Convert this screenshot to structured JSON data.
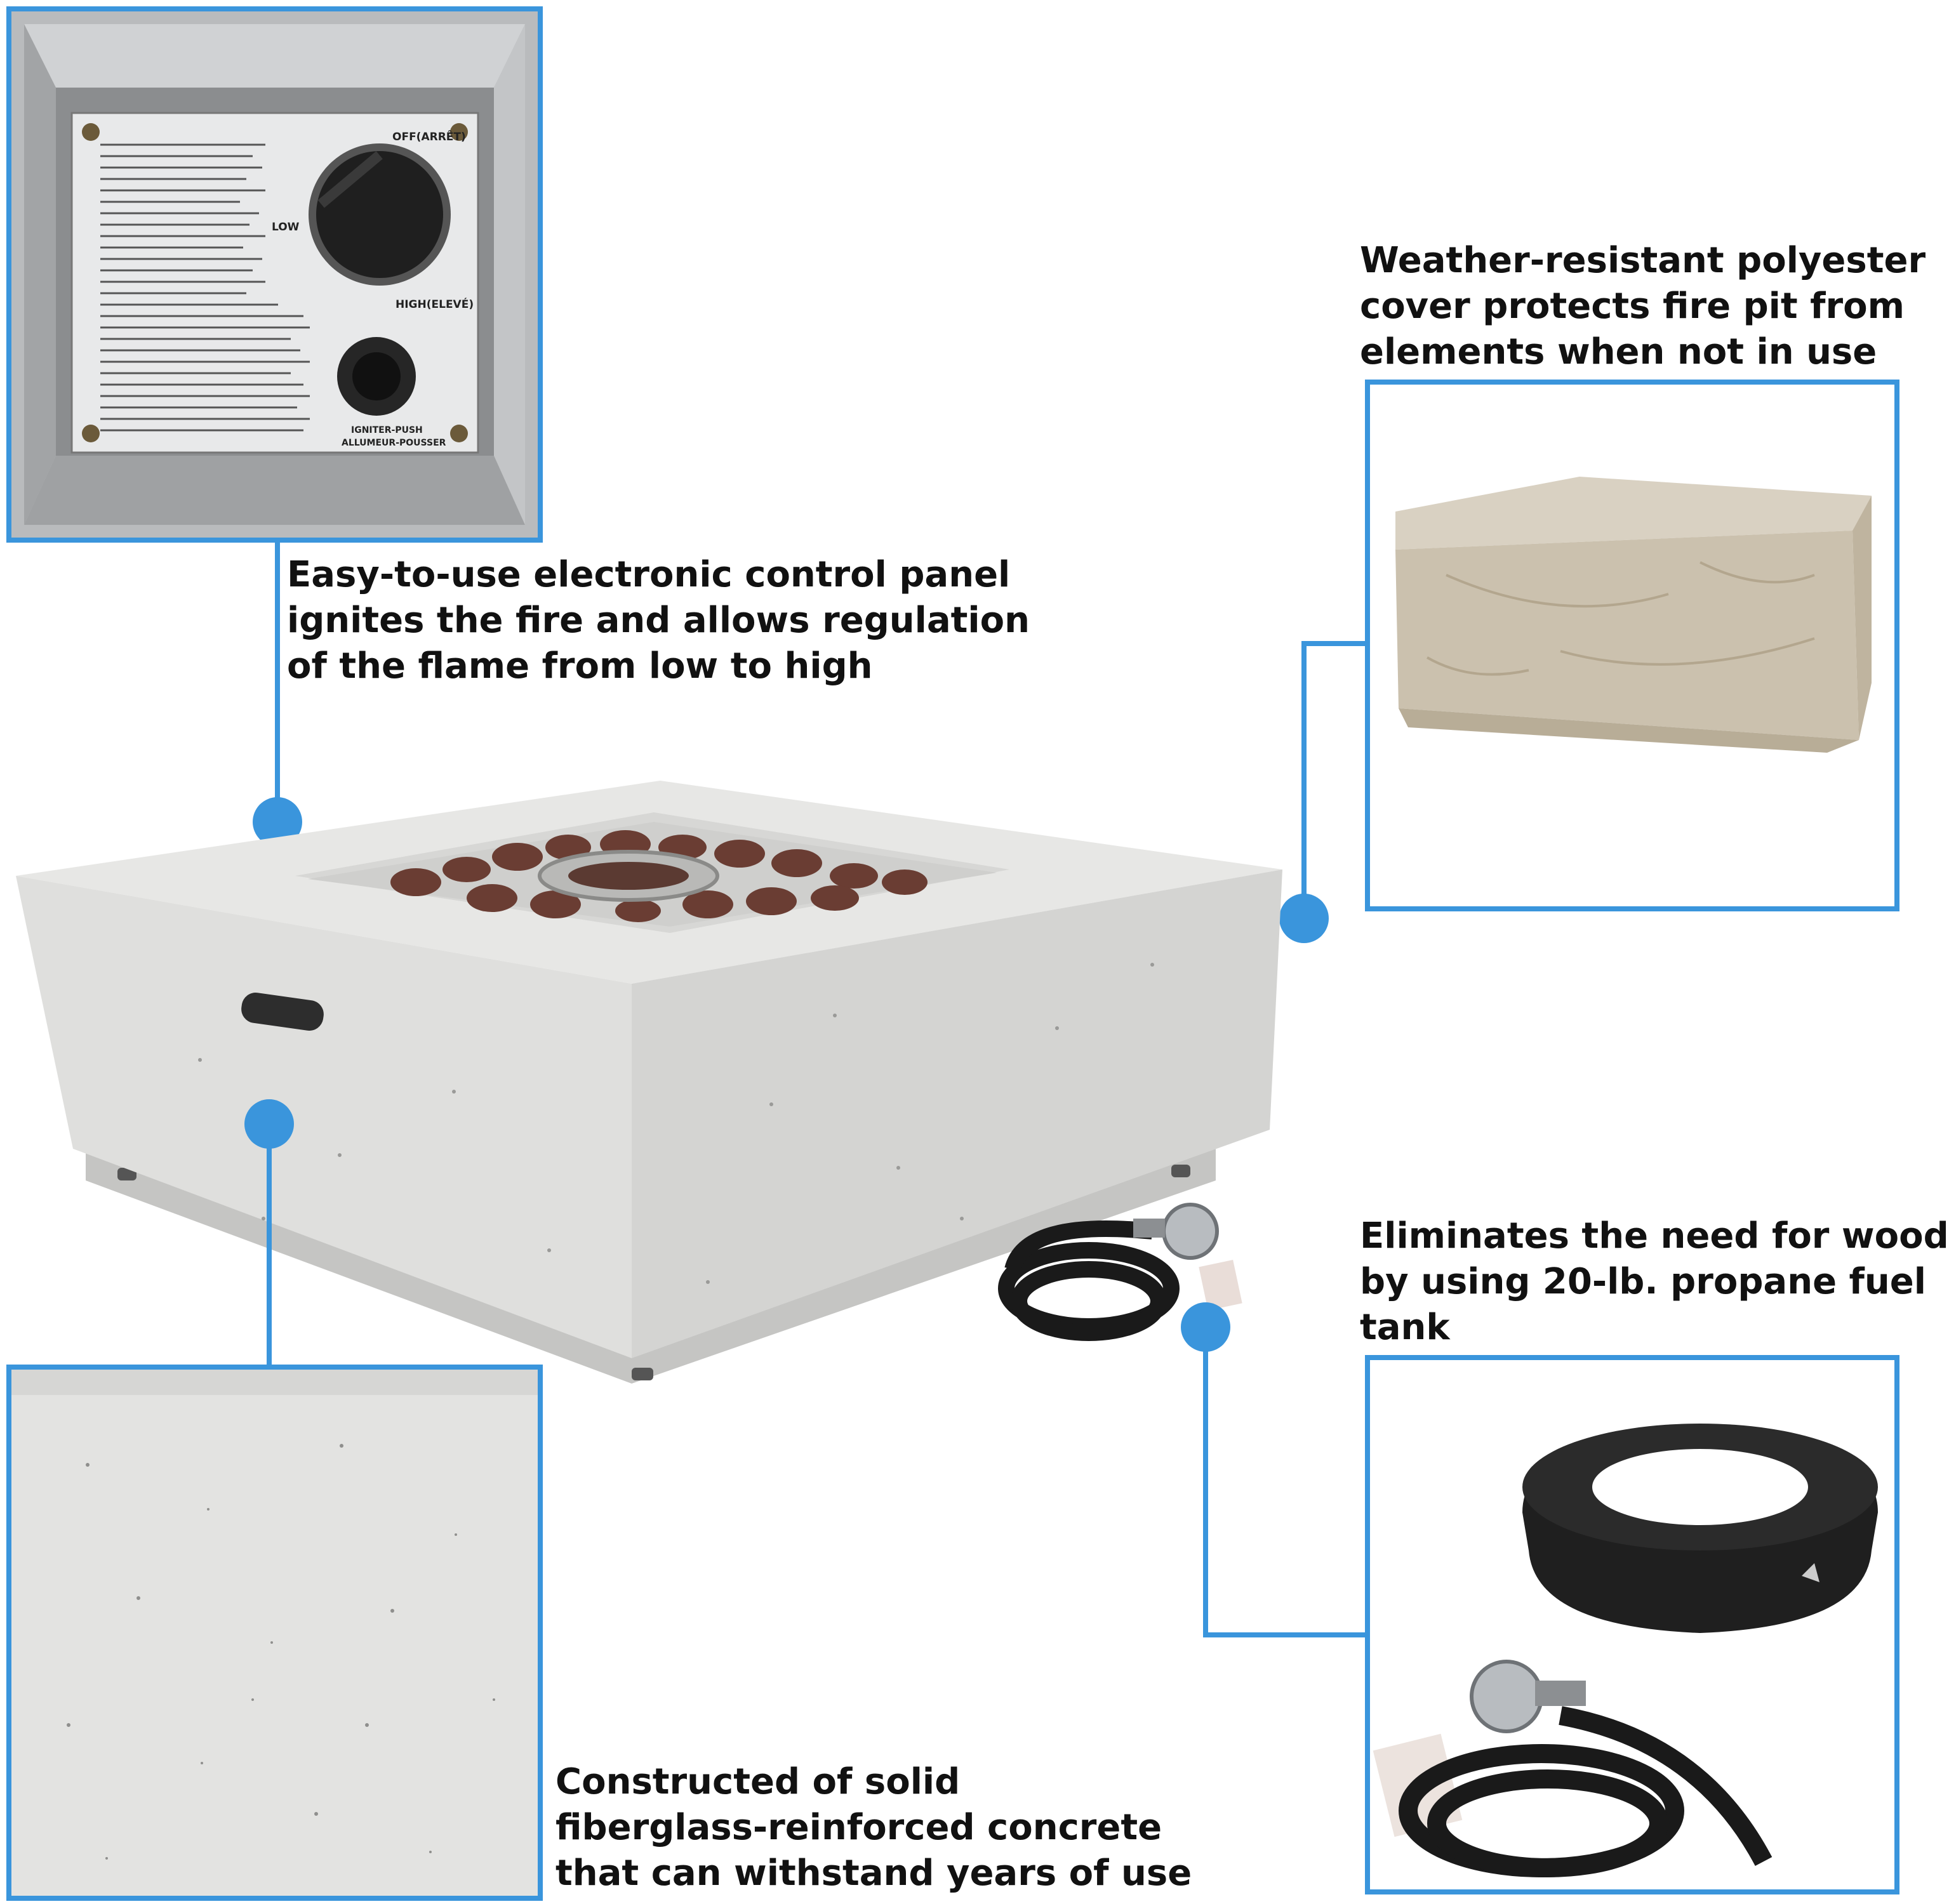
{
  "callouts": {
    "control_panel": {
      "lines": [
        "Easy-to-use electronic control panel",
        "ignites the fire and allows regulation",
        "of the flame from low to high"
      ]
    },
    "cover": {
      "lines": [
        "Weather-resistant polyester",
        "cover protects fire pit from",
        "elements when not in use"
      ]
    },
    "propane": {
      "lines": [
        "Eliminates the need for wood",
        "by using 20-lb. propane fuel",
        "tank"
      ]
    },
    "concrete": {
      "lines": [
        "Constructed of solid",
        "fiberglass-reinforced concrete",
        "that can withstand years of use"
      ]
    }
  },
  "panel_labels": {
    "off": "OFF(ARRÊT)",
    "low": "LOW",
    "high": "HIGH(ELEVÉ)",
    "igniter_en": "IGNITER-PUSH",
    "igniter_fr": "ALLUMEUR-POUSSER"
  },
  "accent_color": "#3a95dc"
}
